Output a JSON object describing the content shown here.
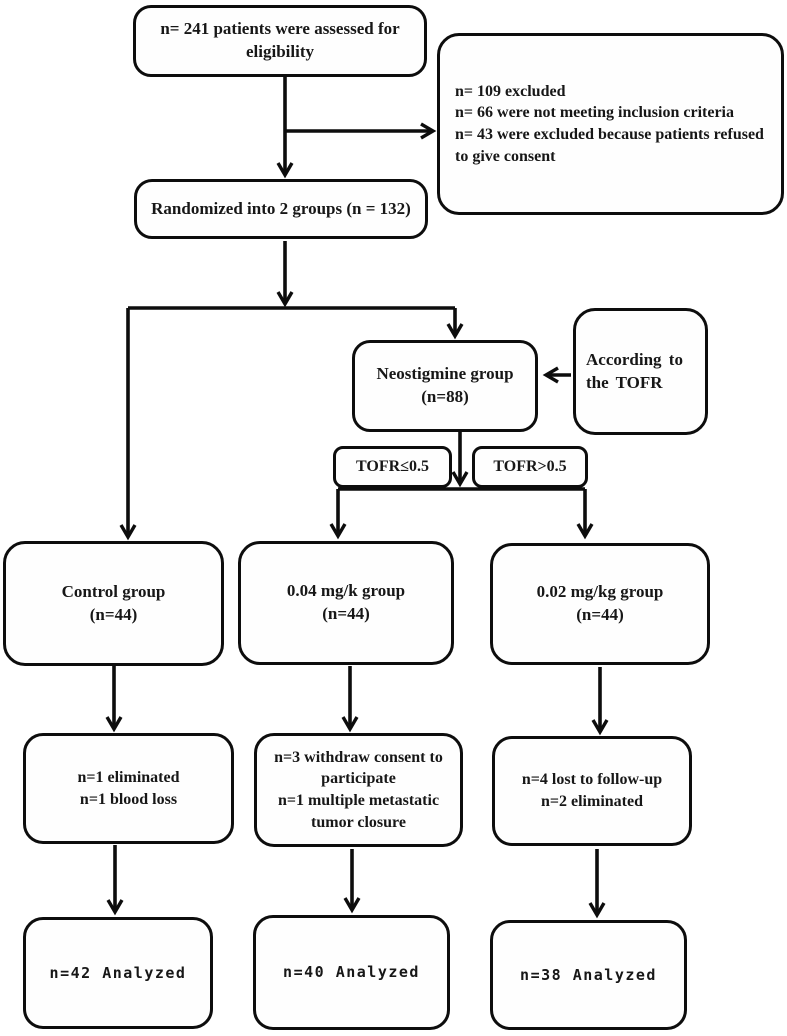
{
  "diagram": {
    "eligibility": {
      "text": "n= 241 patients were assessed for eligibility"
    },
    "excluded": {
      "lines": [
        "n= 109 excluded",
        "n= 66 were not meeting inclusion criteria",
        "n= 43 were excluded because patients refused to give consent"
      ]
    },
    "randomized": {
      "text": "Randomized into 2 groups (n = 132)"
    },
    "neostigmine": {
      "title": "Neostigmine group",
      "n": "(n=88)"
    },
    "tofr_note": {
      "text": "According to the TOFR"
    },
    "tofr_low": {
      "label": "TOFR≤0.5"
    },
    "tofr_high": {
      "label": "TOFR>0.5"
    },
    "groups": [
      {
        "title": "Control group",
        "n": "(n=44)"
      },
      {
        "title": "0.04 mg/k group",
        "n": "(n=44)"
      },
      {
        "title": "0.02 mg/kg group",
        "n": "(n=44)"
      }
    ],
    "dropouts": [
      {
        "lines": [
          "n=1 eliminated",
          "n=1 blood loss"
        ]
      },
      {
        "lines": [
          "n=3 withdraw consent to participate",
          "n=1 multiple metastatic tumor closure"
        ]
      },
      {
        "lines": [
          "n=4 lost to follow-up",
          "n=2 eliminated"
        ]
      }
    ],
    "analyzed": [
      "n=42 Analyzed",
      "n=40 Analyzed",
      "n=38 Analyzed"
    ],
    "colors": {
      "line": "#0d0d0d",
      "box_border": "#0d0d0d",
      "background": "#ffffff"
    }
  }
}
